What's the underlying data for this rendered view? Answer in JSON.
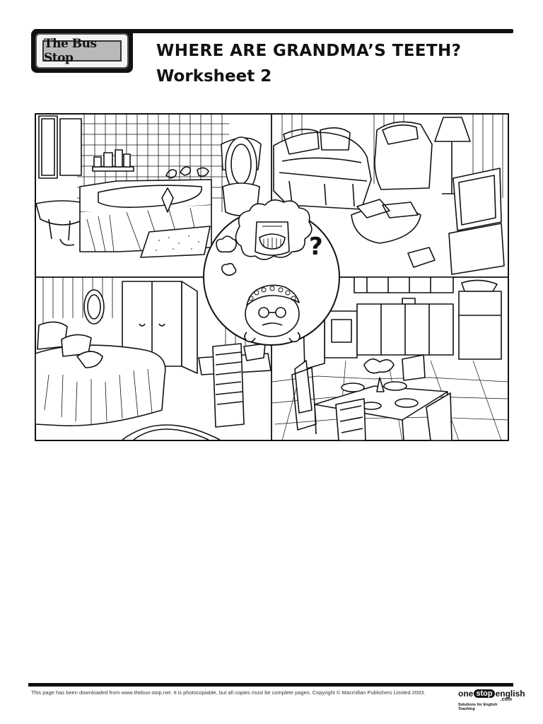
{
  "header": {
    "logo_text": "The Bus Stop",
    "title": "WHERE ARE GRANDMA’S TEETH?",
    "subtitle": "Worksheet 2"
  },
  "illustration": {
    "rooms": [
      "bathroom",
      "living room",
      "bedroom",
      "kitchen"
    ],
    "center_bubble": "grandma thinking of teeth in a glass",
    "question_mark": "?"
  },
  "footer": {
    "notice": "This page has been downloaded from www.thebus-stop.net. It is photocopiable, but all copies must be complete pages. Copyright © Macmillan Publishers Limited 2003.",
    "brand_one": "one",
    "brand_stop": "stop",
    "brand_english": "english",
    "brand_com": ".com",
    "brand_tagline": "Solutions for English Teaching"
  }
}
